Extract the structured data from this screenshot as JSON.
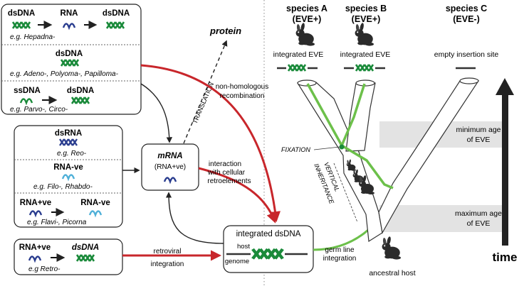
{
  "left": {
    "box1": {
      "row1": {
        "title_a": "dsDNA",
        "title_b": "RNA",
        "title_c": "dsDNA",
        "example": "e.g. Hepadna-"
      },
      "row2": {
        "title": "dsDNA",
        "example": "e.g. Adeno-, Polyoma-, Papilloma-"
      },
      "row3": {
        "title_a": "ssDNA",
        "title_b": "dsDNA",
        "example": "e.g. Parvo-, Circo-"
      }
    },
    "box2": {
      "row1": {
        "title": "dsRNA",
        "example": "e.g. Reo-"
      },
      "row2": {
        "title": "RNA-ve",
        "example": "e.g. Filo-, Rhabdo-"
      },
      "row3": {
        "title_a": "RNA+ve",
        "title_b": "RNA-ve",
        "example": "e.g. Flavi-, Picorna"
      }
    },
    "box3": {
      "title_a": "RNA+ve",
      "title_b": "dsDNA",
      "example": "e.g Retro-"
    },
    "mrna": {
      "title": "mRNA",
      "subtitle": "(RNA+ve)"
    },
    "protein": "protein",
    "translation": "TRANSLATION",
    "non_homologous": [
      "non-homologous",
      "recombination"
    ],
    "cellular_retro": [
      "interaction",
      "with cellular",
      "retroelements"
    ],
    "retroviral": [
      "retroviral",
      "integration"
    ],
    "integrated": {
      "title": "integrated dsDNA",
      "host_label": [
        "host",
        "genome"
      ]
    },
    "germline": [
      "germ line",
      "integration"
    ]
  },
  "right": {
    "species": [
      {
        "name": "species A",
        "status": "(EVE+)",
        "site": "integrated EVE"
      },
      {
        "name": "species B",
        "status": "(EVE+)",
        "site": "integrated EVE"
      },
      {
        "name": "species C",
        "status": "(EVE-)",
        "site": "empty insertion site"
      }
    ],
    "fixation": "FIXATION",
    "vertical": [
      "VERTICAL",
      "INHERITANCE"
    ],
    "min_age": [
      "minimum age",
      "of EVE"
    ],
    "max_age": [
      "maximum age",
      "of EVE"
    ],
    "ancestral": "ancestral host",
    "time": "time"
  },
  "colors": {
    "red": "#c8262b",
    "green": "#6cc04a",
    "dna_green": "#1a8a3a",
    "rna_blue": "#2a3d8f",
    "rna_cyan": "#4fb0d8",
    "band": "#e3e3e3"
  }
}
